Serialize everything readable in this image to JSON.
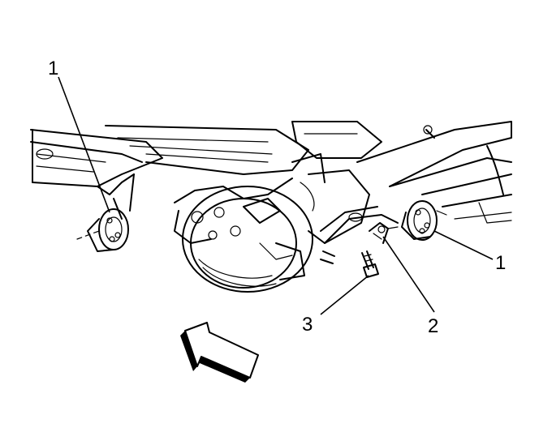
{
  "callouts": [
    {
      "id": "1",
      "label": "1"
    },
    {
      "id": "1b",
      "label": "1"
    },
    {
      "id": "2",
      "label": "2"
    },
    {
      "id": "3",
      "label": "3"
    }
  ],
  "colors": {
    "line": "#000000",
    "background": "#ffffff"
  }
}
